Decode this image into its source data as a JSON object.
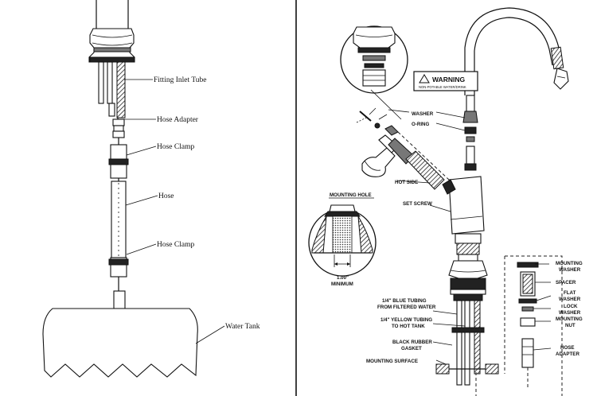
{
  "left_panel": {
    "labels": {
      "fitting_inlet_tube": "Fitting Inlet Tube",
      "hose_adapter": "Hose Adapter",
      "hose_clamp_top": "Hose Clamp",
      "hose": "Hose",
      "hose_clamp_bottom": "Hose Clamp",
      "water_tank": "Water Tank"
    }
  },
  "right_panel": {
    "warning": {
      "title": "WARNING",
      "subtitle": "NON-POTABLE WATER/DRINK"
    },
    "labels": {
      "washer": "WASHER",
      "o_ring": "O-RING",
      "hot_side": "HOT SIDE",
      "set_screw": "SET SCREW",
      "mounting_hole": "MOUNTING HOLE",
      "dimension_value": "1.00\"",
      "dimension_caption": "MINIMUM",
      "blue_tubing_line1": "1/4\" BLUE TUBING",
      "blue_tubing_line2": "FROM FILTERED WATER",
      "yellow_tubing_line1": "1/4\" YELLOW TUBING",
      "yellow_tubing_line2": "TO HOT TANK",
      "rubber_gasket_line1": "BLACK RUBBER",
      "rubber_gasket_line2": "GASKET",
      "mounting_surface": "MOUNTING SURFACE",
      "mounting_washer_line1": "MOUNTING",
      "mounting_washer_line2": "WASHER",
      "spacer": "SPACER",
      "flat_washer_line1": "FLAT",
      "flat_washer_line2": "WASHER",
      "lock_washer_line1": "LOCK",
      "lock_washer_line2": "WASHER",
      "mounting_nut_line1": "MOUNTING",
      "mounting_nut_line2": "NUT",
      "hose_adapter_line1": "HOSE",
      "hose_adapter_line2": "ADAPTER"
    }
  }
}
